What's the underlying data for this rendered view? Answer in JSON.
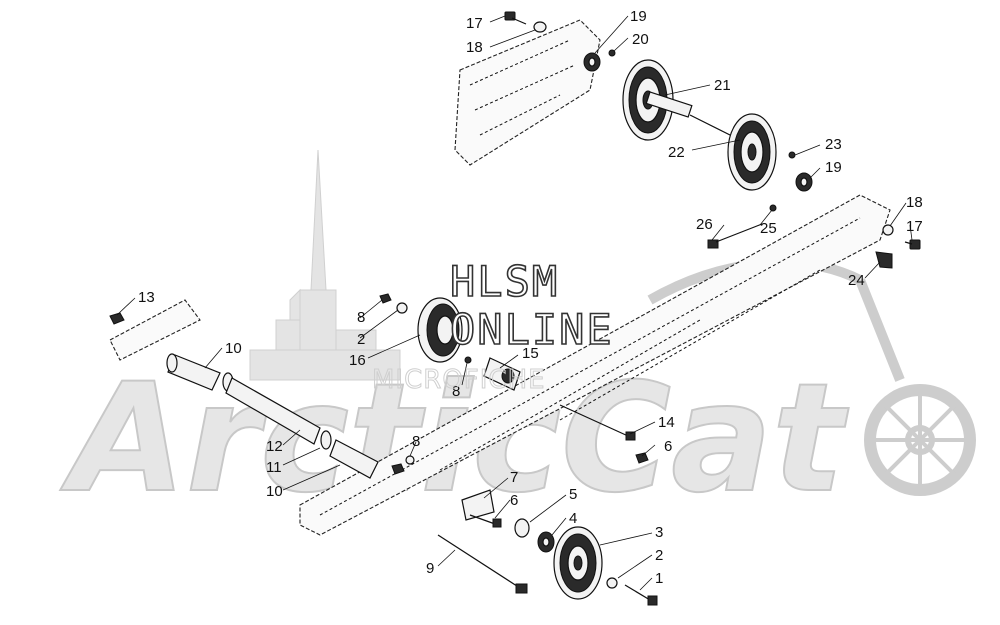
{
  "watermark": {
    "line1": "HLSM",
    "line2": "ONLINE",
    "line3": "MICROFICHE"
  },
  "callouts": [
    {
      "id": "c17a",
      "label": "17"
    },
    {
      "id": "c18a",
      "label": "18"
    },
    {
      "id": "c19a",
      "label": "19"
    },
    {
      "id": "c20",
      "label": "20"
    },
    {
      "id": "c21",
      "label": "21"
    },
    {
      "id": "c22",
      "label": "22"
    },
    {
      "id": "c23",
      "label": "23"
    },
    {
      "id": "c19b",
      "label": "19"
    },
    {
      "id": "c18b",
      "label": "18"
    },
    {
      "id": "c17b",
      "label": "17"
    },
    {
      "id": "c26",
      "label": "26"
    },
    {
      "id": "c25",
      "label": "25"
    },
    {
      "id": "c24",
      "label": "24"
    },
    {
      "id": "c13",
      "label": "13"
    },
    {
      "id": "c10a",
      "label": "10"
    },
    {
      "id": "c8a",
      "label": "8"
    },
    {
      "id": "c2a",
      "label": "2"
    },
    {
      "id": "c16",
      "label": "16"
    },
    {
      "id": "c15",
      "label": "15"
    },
    {
      "id": "c8b",
      "label": "8"
    },
    {
      "id": "c14",
      "label": "14"
    },
    {
      "id": "c6a",
      "label": "6"
    },
    {
      "id": "c12",
      "label": "12"
    },
    {
      "id": "c11",
      "label": "11"
    },
    {
      "id": "c8c",
      "label": "8"
    },
    {
      "id": "c10b",
      "label": "10"
    },
    {
      "id": "c7",
      "label": "7"
    },
    {
      "id": "c6b",
      "label": "6"
    },
    {
      "id": "c5",
      "label": "5"
    },
    {
      "id": "c4",
      "label": "4"
    },
    {
      "id": "c3",
      "label": "3"
    },
    {
      "id": "c2b",
      "label": "2"
    },
    {
      "id": "c1",
      "label": "1"
    },
    {
      "id": "c9",
      "label": "9"
    }
  ]
}
